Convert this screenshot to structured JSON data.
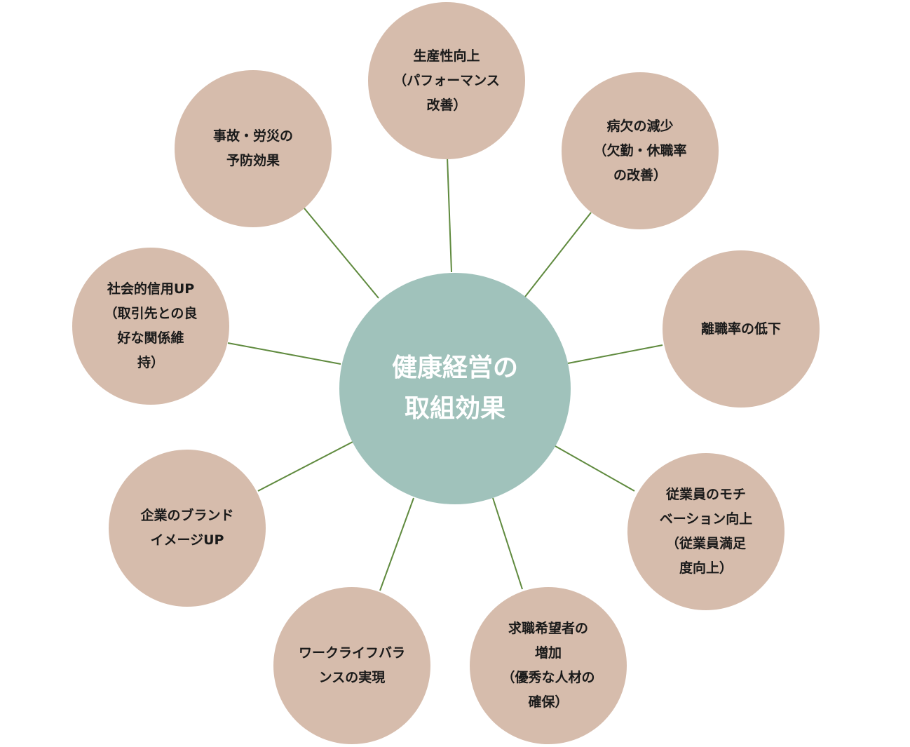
{
  "colors": {
    "connector": "#5f8a3e",
    "outer_fill": "#d6bcac",
    "center_fill": "#a0c2bb",
    "center_text": "#ffffff",
    "outer_text": "#1a1a1a"
  },
  "center": {
    "lines": [
      "健康経営の",
      "取組効果"
    ]
  },
  "nodes": [
    {
      "id": "productivity",
      "lines": [
        "生産性向上",
        "（パフォーマンス",
        "改善）"
      ]
    },
    {
      "id": "absence",
      "lines": [
        "病欠の減少",
        "（欠勤・休職率",
        "の改善）"
      ]
    },
    {
      "id": "turnover",
      "lines": [
        "離職率の低下"
      ]
    },
    {
      "id": "motivation",
      "lines": [
        "従業員のモチ",
        "ベーション向上",
        "（従業員満足",
        "度向上）"
      ]
    },
    {
      "id": "applicants",
      "lines": [
        "求職希望者の",
        "増加",
        "（優秀な人材の",
        "確保）"
      ]
    },
    {
      "id": "worklife",
      "lines": [
        "ワークライフバラ",
        "ンスの実現"
      ]
    },
    {
      "id": "brand",
      "lines": [
        "企業のブランド",
        "イメージUP"
      ]
    },
    {
      "id": "trust",
      "lines": [
        "社会的信用UP",
        "（取引先との良",
        "好な関係維",
        "持）"
      ]
    },
    {
      "id": "accident",
      "lines": [
        "事故・労災の",
        "予防効果"
      ]
    }
  ]
}
